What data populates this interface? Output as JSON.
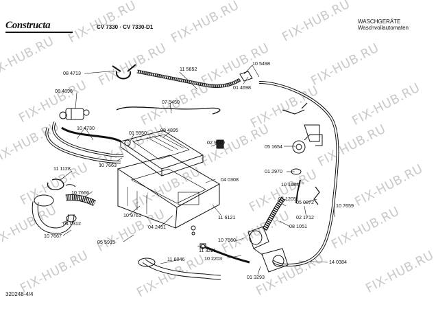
{
  "header": {
    "brand": "Constructa",
    "model": "CV 7330 · CV 7330-D1",
    "category": "WASCHGERÄTE",
    "subcategory": "Waschvollautomaten"
  },
  "footer": {
    "code": "320248-4/4"
  },
  "watermark": "FIX-HUB.RU",
  "parts": [
    "08 4713",
    "11 5852",
    "10 5498",
    "01 4698",
    "08 4896",
    "07 5450",
    "10 4730",
    "01 5950",
    "08 4895",
    "10 7663",
    "02 9149",
    "05 1654",
    "11 1128",
    "04 0308",
    "01 2970",
    "10 1684",
    "10 7666",
    "05 1205",
    "05 0872",
    "10 7659",
    "04 0312",
    "10 9761",
    "04 2451",
    "11 6121",
    "02 1712",
    "10 7667",
    "08 1051",
    "05 5915",
    "10 7660",
    "11 3221",
    "11 6046",
    "10 2203",
    "14 0384",
    "01 3293"
  ]
}
